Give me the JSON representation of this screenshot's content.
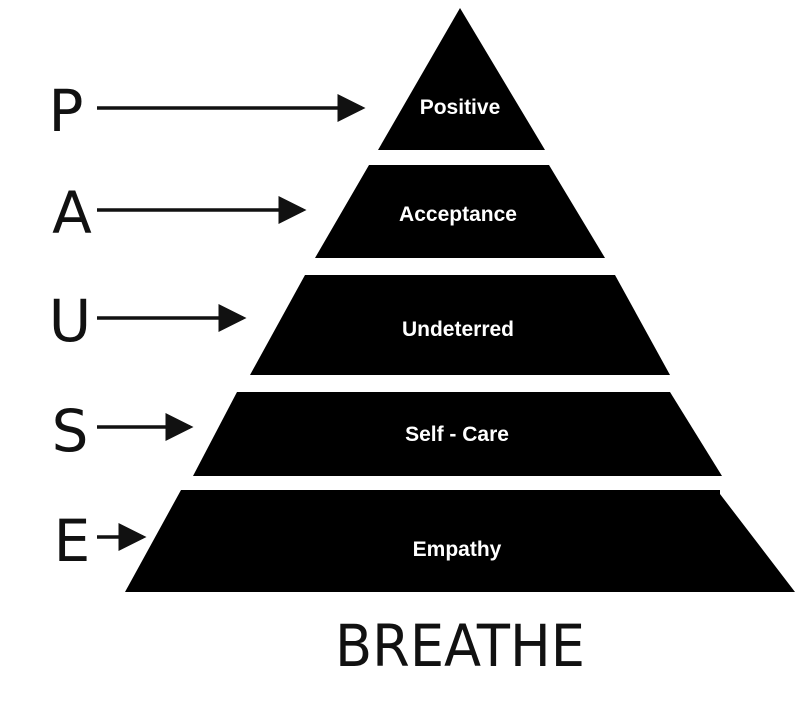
{
  "letters": [
    "P",
    "A",
    "U",
    "S",
    "E"
  ],
  "levels": [
    "Positive",
    "Acceptance",
    "Undeterred",
    "Self - Care",
    "Empathy"
  ],
  "base_label": "BREATHE",
  "colors": {
    "fill": "#000000",
    "text": "#ffffff",
    "arrow": "#111111"
  }
}
